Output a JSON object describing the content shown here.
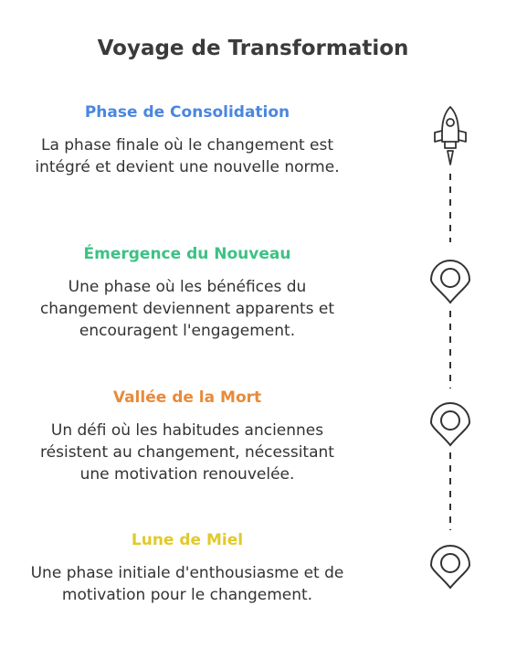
{
  "title": "Voyage de Transformation",
  "phases": [
    {
      "title": "Phase de Consolidation",
      "color": "#4a86e0",
      "description": "La phase finale où le changement est intégré et devient une nouvelle norme.",
      "icon": "rocket-icon"
    },
    {
      "title": "Émergence du Nouveau",
      "color": "#3cc284",
      "description": "Une phase où les bénéfices du changement deviennent apparents et encouragent l'engagement.",
      "icon": "map-pin-icon"
    },
    {
      "title": "Vallée de la Mort",
      "color": "#e88a3a",
      "description": "Un défi où les habitudes anciennes résistent au changement, nécessitant une motivation renouvelée.",
      "icon": "map-pin-icon"
    },
    {
      "title": "Lune de Miel",
      "color": "#e2c92a",
      "description": "Une phase initiale d'enthousiasme et de motivation pour le changement.",
      "icon": "map-pin-icon"
    }
  ]
}
